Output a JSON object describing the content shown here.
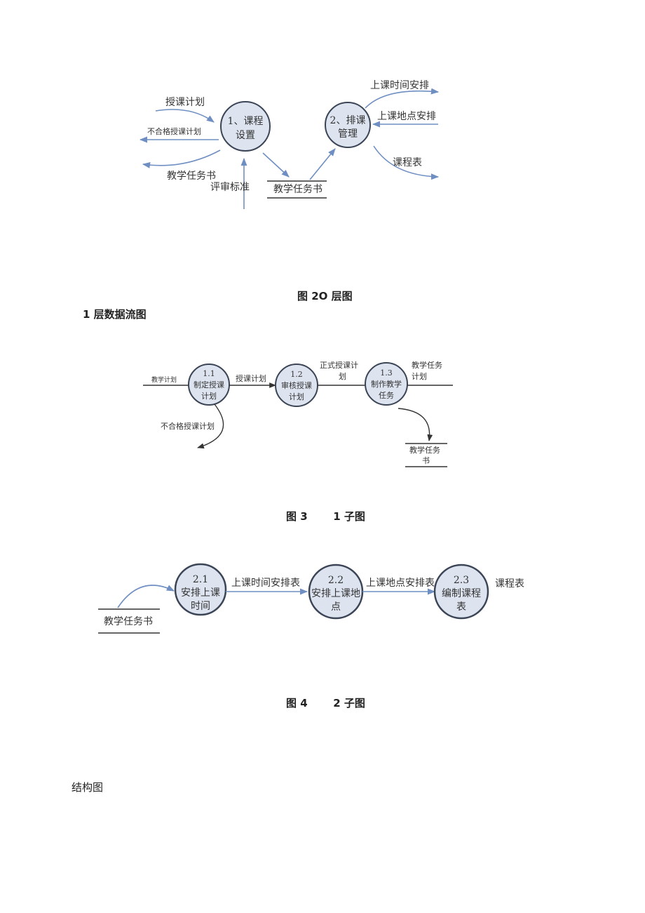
{
  "diagram0": {
    "node1": [
      "1、课程",
      "设置"
    ],
    "node2": [
      "2、排课",
      "管理"
    ],
    "flow_plan": "授课计划",
    "flow_unqualified": "不合格授课计划",
    "flow_taskbook_out": "教学任务书",
    "flow_criteria": "评审标准",
    "store": "教学任务书",
    "flow_time": "上课时间安排",
    "flow_place": "上课地点安排",
    "flow_schedule": "课程表"
  },
  "caption0": "图 2O 层图",
  "heading1": "1 层数据流图",
  "diagram1": {
    "node11": [
      "1.1",
      "制定授课",
      "计划"
    ],
    "node12": [
      "1.2",
      "审核授课",
      "计划"
    ],
    "node13": [
      "1.3",
      "制作教学",
      "任务"
    ],
    "flow_teaching_plan": "教学计划",
    "flow_course_plan": "授课计划",
    "flow_formal": [
      "正式授课计",
      "划"
    ],
    "flow_taskbook": [
      "教学任务",
      "计划"
    ],
    "flow_unqualified": "不合格授课计划",
    "store": [
      "教学任务",
      "书"
    ]
  },
  "caption1": {
    "label": "图 3",
    "name": "1 子图"
  },
  "diagram2": {
    "node21": [
      "2.1",
      "安排上课",
      "时间"
    ],
    "node22": [
      "2.2",
      "安排上课地",
      "点"
    ],
    "node23": [
      "2.3",
      "编制课程",
      "表"
    ],
    "flow_time": "上课时间安排表",
    "flow_place": "上课地点安排表",
    "flow_schedule": "课程表",
    "store": "教学任务书"
  },
  "caption2": {
    "label": "图 4",
    "name": "2 子图"
  },
  "heading2": "结构图",
  "colors": {
    "flow": "#6f8fc2",
    "node_fill": "#dde4f0",
    "node_stroke": "#3b4556"
  }
}
